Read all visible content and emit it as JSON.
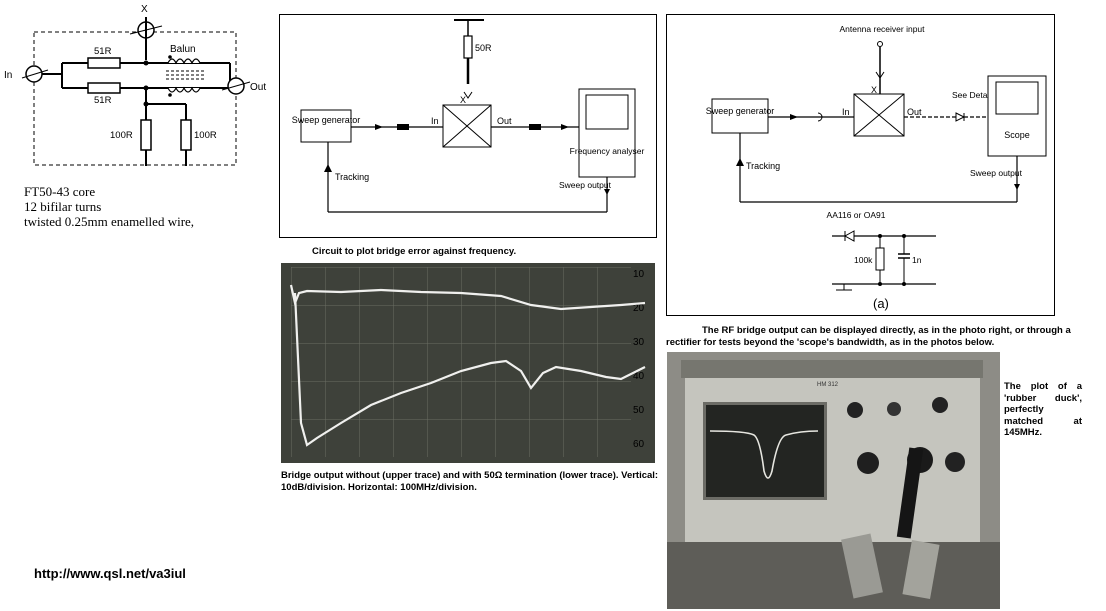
{
  "balun_diagram": {
    "labels": {
      "x": "X",
      "in": "In",
      "out": "Out",
      "balun": "Balun",
      "r1": "51R",
      "r2": "51R",
      "r3": "100R",
      "r4": "100R"
    },
    "notes": [
      "FT50-43  core",
      "12  bifilar  turns",
      "twisted 0.25mm enamelled wire,"
    ]
  },
  "circuit_left": {
    "sweep_generator": "Sweep generator",
    "in": "In",
    "out": "Out",
    "x": "X",
    "r": "50R",
    "frequency_analyser": "Frequency analyser",
    "tracking": "Tracking",
    "sweep_output": "Sweep output",
    "caption": "Circuit to plot bridge error against frequency."
  },
  "circuit_right": {
    "antenna": "Antenna receiver input",
    "sweep_generator": "Sweep generator",
    "in": "In",
    "out": "Out",
    "x": "X",
    "see_detail": "See Detail 'a'",
    "scope": "Scope",
    "tracking": "Tracking",
    "sweep_output": "Sweep output",
    "diode": "AA116 or OA91",
    "r": "100k",
    "c": "1n",
    "detail": "(a)"
  },
  "scope_trace": {
    "labels": [
      "10",
      "20",
      "30",
      "40",
      "50",
      "60"
    ],
    "caption": "Bridge output without (upper trace) and with 50Ω termination (lower trace). Vertical: 10dB/division. Horizontal: 100MHz/division."
  },
  "rf_caption": "The RF bridge output can be displayed directly, as in the photo right, or through a rectifier for tests beyond the 'scope's bandwidth, as in the photos below.",
  "duck_caption": "The plot of a 'rubber duck', perfectly matched at 145MHz.",
  "photo_panel_label": "HM 312",
  "url": "http://www.qsl.net/va3iul",
  "colors": {
    "trace": "#f0f0ee",
    "screen": "#3a3d35",
    "instrument": "#bfbfb8"
  }
}
